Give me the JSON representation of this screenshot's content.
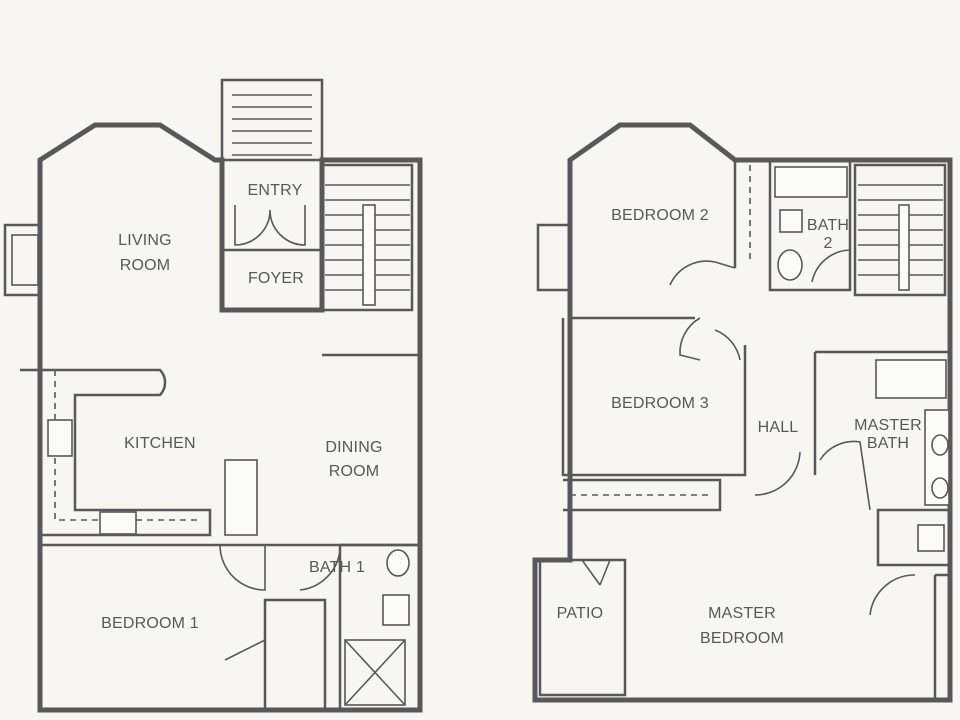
{
  "floor_1": {
    "living_room": [
      "LIVING",
      "ROOM"
    ],
    "entry": "ENTRY",
    "foyer": "FOYER",
    "kitchen": "KITCHEN",
    "dining_room": [
      "DINING",
      "ROOM"
    ],
    "bath_1": "BATH 1",
    "bedroom_1": "BEDROOM 1"
  },
  "floor_2": {
    "bedroom_2": "BEDROOM 2",
    "bath_2": [
      "BATH",
      "2"
    ],
    "bedroom_3": "BEDROOM 3",
    "hall": "HALL",
    "master_bath": [
      "MASTER",
      "BATH"
    ],
    "patio": "PATIO",
    "master_bedroom": [
      "MASTER",
      "BEDROOM"
    ]
  }
}
